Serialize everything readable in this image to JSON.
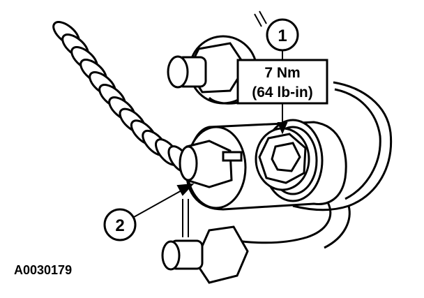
{
  "diagram": {
    "figure_id": "A0030179",
    "callouts": [
      {
        "number": "1"
      },
      {
        "number": "2"
      }
    ],
    "torque_label": {
      "line1": "7 Nm",
      "line2": "(64 lb-in)"
    },
    "colors": {
      "ink": "#000000",
      "paper": "#ffffff"
    }
  }
}
